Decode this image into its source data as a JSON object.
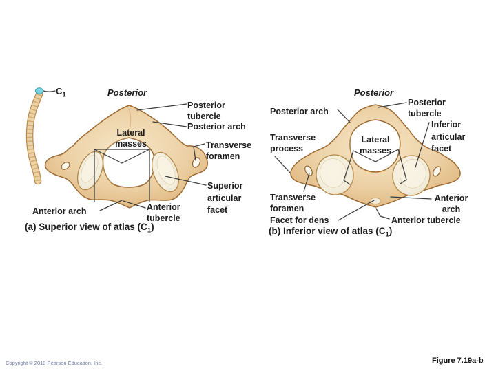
{
  "page": {
    "copyright": "Copyright © 2010 Pearson Education, Inc.",
    "figure_label": "Figure 7.19a-b"
  },
  "spine_inset": {
    "c1_label": {
      "prefix": "C",
      "sub": "1"
    }
  },
  "diagram_a": {
    "heading": "Posterior",
    "labels": {
      "posterior_tubercle": "Posterior\ntubercle",
      "posterior_arch": "Posterior arch",
      "lateral_masses": "Lateral\nmasses",
      "transverse_foramen": "Transverse\nforamen",
      "superior_articular_facet": "Superior\narticular\nfacet",
      "anterior_arch": "Anterior arch",
      "anterior_tubercle": "Anterior\ntubercle"
    },
    "caption": {
      "prefix": "(a) Superior view of atlas (C",
      "sub": "1",
      "suffix": ")"
    }
  },
  "diagram_b": {
    "heading": "Posterior",
    "labels": {
      "posterior_arch": "Posterior arch",
      "posterior_tubercle": "Posterior\ntubercle",
      "inferior_articular_facet": "Inferior\narticular\nfacet",
      "transverse_process": "Transverse\nprocess",
      "lateral_masses": "Lateral\nmasses",
      "transverse_foramen": "Transverse\nforamen",
      "facet_for_dens": "Facet for dens",
      "anterior_arch": "Anterior\narch",
      "anterior_tubercle": "Anterior tubercle"
    },
    "caption": {
      "prefix": "(b) Inferior view of atlas (C",
      "sub": "1",
      "suffix": ")"
    }
  },
  "colors": {
    "bone_fill": "#ecd0a4",
    "bone_shade": "#d9ab72",
    "bone_outline": "#9a6931",
    "facet_fill": "#f2ecda",
    "c1_highlight": "#7fd6e3",
    "leader_line": "#3a3a3a",
    "label_text": "#1c1c1c",
    "copyright_text": "#6b7ba4"
  }
}
